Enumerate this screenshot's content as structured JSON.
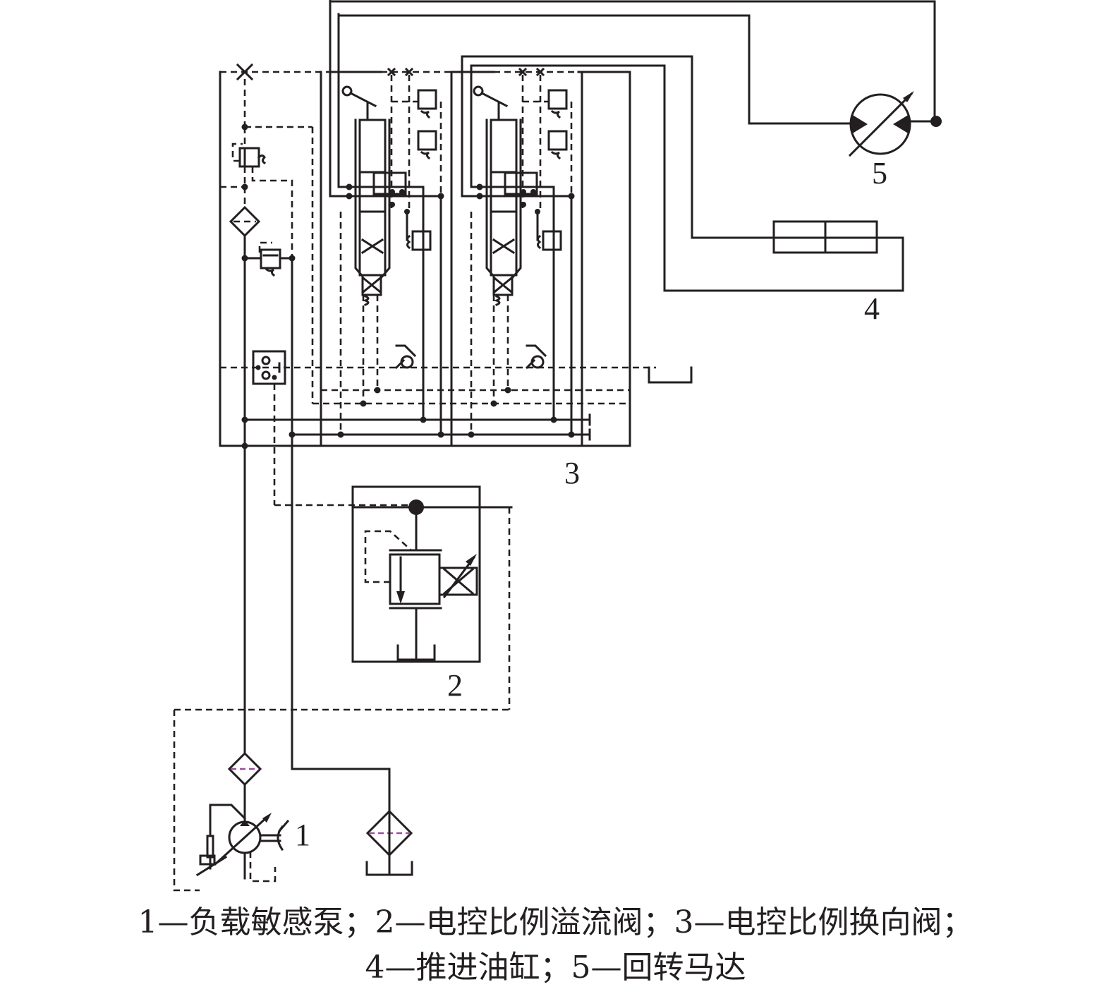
{
  "figure": {
    "type": "hydraulic-schematic",
    "labels": {
      "pump": "1",
      "relief_valve": "2",
      "directional_valve": "3",
      "cylinder": "4",
      "motor": "5"
    },
    "caption": {
      "line1": "1—负载敏感泵；2—电控比例溢流阀；3—电控比例换向阀；",
      "line2": "4—推进油缸；5—回转马达"
    },
    "components": [
      {
        "id": "1",
        "name": "负载敏感泵"
      },
      {
        "id": "2",
        "name": "电控比例溢流阀"
      },
      {
        "id": "3",
        "name": "电控比例换向阀"
      },
      {
        "id": "4",
        "name": "推进油缸"
      },
      {
        "id": "5",
        "name": "回转马达"
      }
    ],
    "colors": {
      "line": "#231f20",
      "filter_element": "#9b4d9e",
      "background": "#ffffff"
    }
  }
}
